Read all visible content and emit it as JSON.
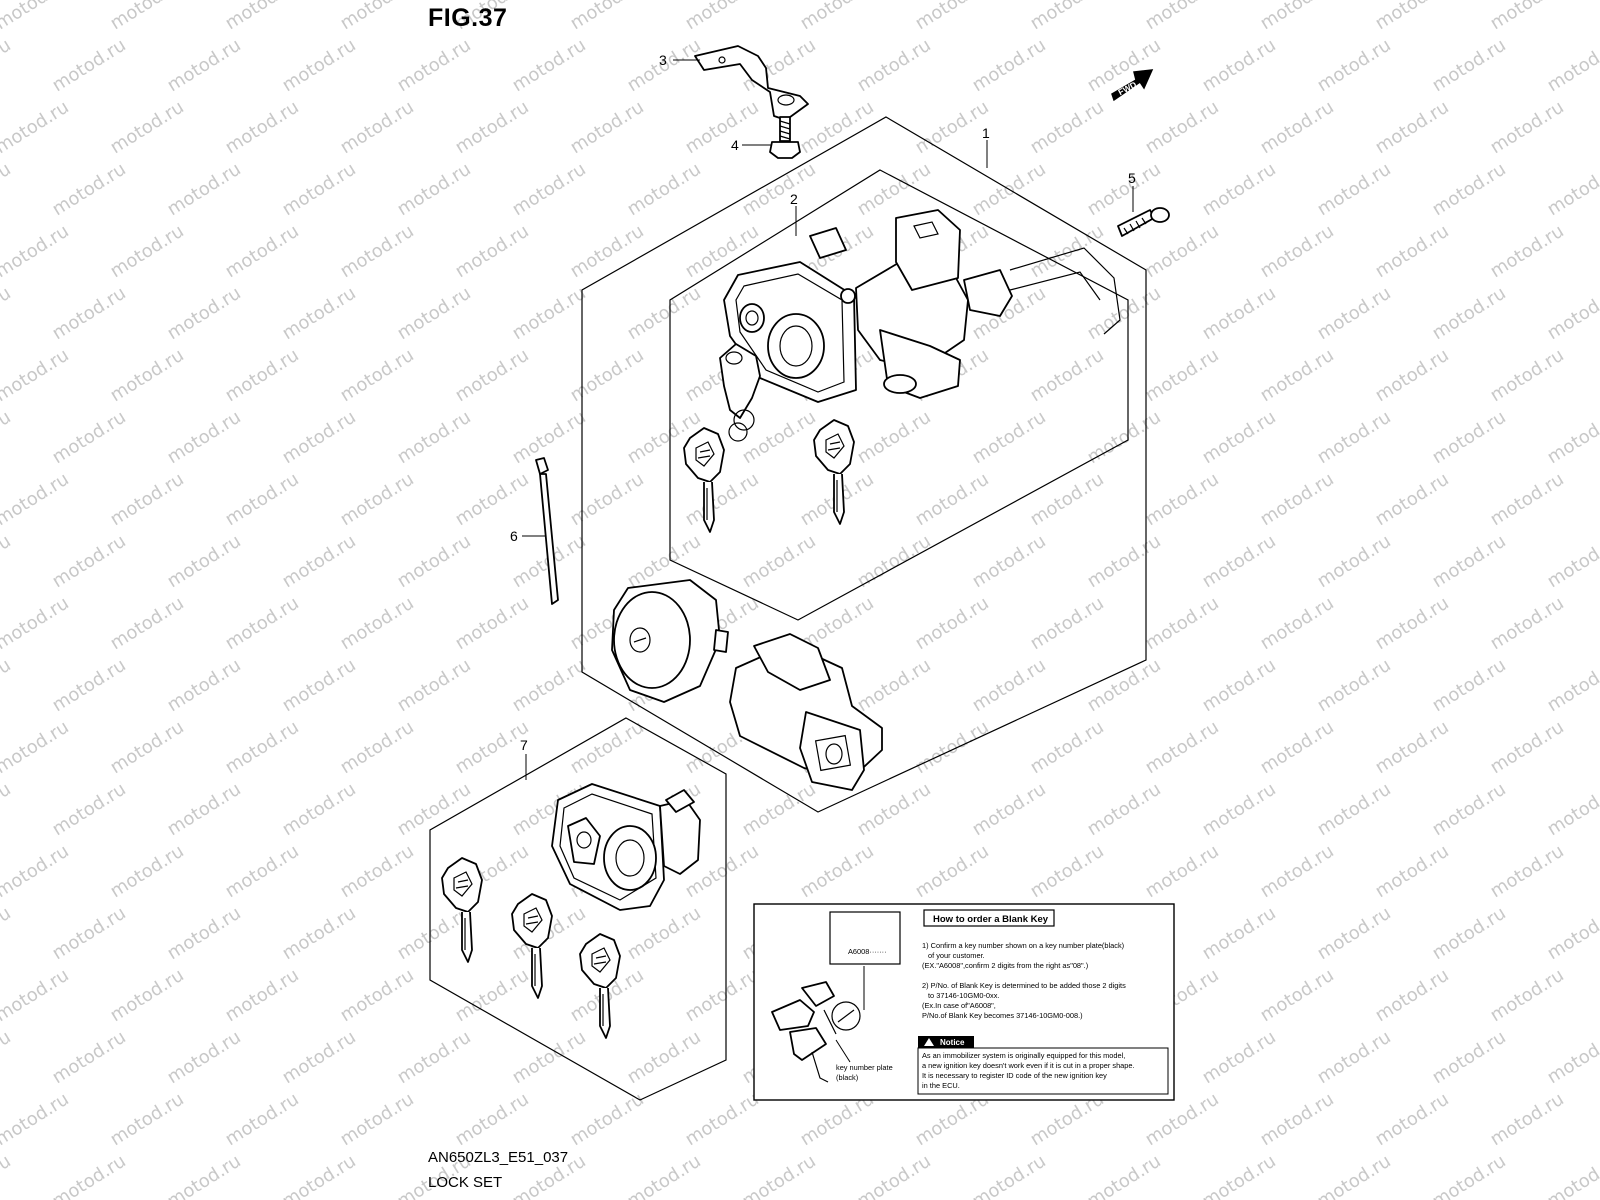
{
  "figure": {
    "title": "FIG.37",
    "code": "AN650ZL3_E51_037",
    "name": "LOCK SET",
    "fwd_label": "FWD"
  },
  "callouts": [
    "1",
    "2",
    "3",
    "4",
    "5",
    "6",
    "7"
  ],
  "watermark": "motod.ru",
  "notice_box": {
    "heading": "How to order a Blank Key",
    "key_plate_sample": "A6008·······",
    "step1": [
      "1) Confirm a key number shown on a key number plate(black)",
      "of your customer.",
      "(EX.\"A6008\",confirm 2 digits from the right as\"08\".)"
    ],
    "step2": [
      "2) P/No. of Blank Key is determined to be added those 2 digits",
      "to 37146-10GM0-0xx.",
      "(Ex.In case of\"A6008\",",
      "P/No.of Blank Key becomes 37146-10GM0-008.)"
    ],
    "plate_label": [
      "key number plate",
      "(black)"
    ],
    "notice_label": "Notice",
    "notice_text": [
      "As an immobilizer system is originally equipped for this model,",
      "a new ignition key doesn't work even if it is cut in a proper shape.",
      "It is necessary to register ID code of the new ignition key",
      "in the ECU."
    ]
  }
}
